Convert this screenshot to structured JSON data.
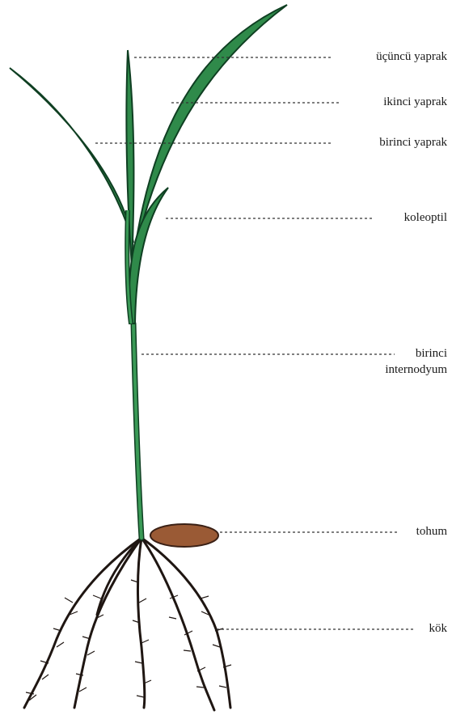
{
  "labels": {
    "third_leaf": "üçüncü yaprak",
    "second_leaf": "ikinci yaprak",
    "first_leaf": "birinci yaprak",
    "coleoptile": "koleoptil",
    "internode_line1": "birinci",
    "internode_line2": "internodyum",
    "seed": "tohum",
    "root": "kök"
  },
  "colors": {
    "leaf_fill": "#2f8a4a",
    "leaf_edge": "#0f3f22",
    "stem": "#3a9a56",
    "seed_fill": "#9a5a35",
    "seed_edge": "#3a2015",
    "root": "#1f1612",
    "leader_line": "#333333"
  }
}
